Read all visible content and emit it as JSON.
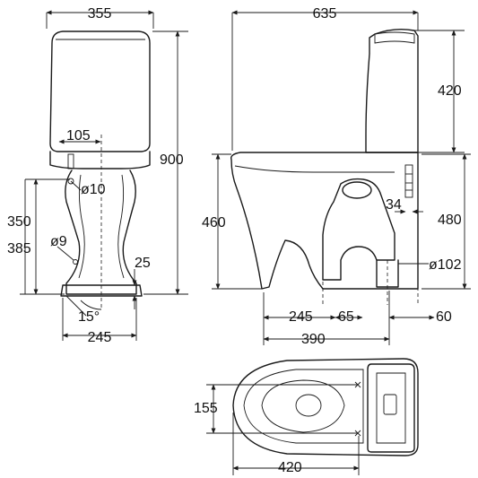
{
  "dimensions": {
    "front_width": "355",
    "front_height": "900",
    "front_pipe_offset": "105",
    "front_pipe_dia": "ø10",
    "front_h_350": "350",
    "front_h_385": "385",
    "front_dia_9": "ø9",
    "front_25": "25",
    "front_angle": "15°",
    "front_base": "245",
    "side_length": "635",
    "side_tank": "420",
    "side_seat_height": "460",
    "side_34": "34",
    "side_480": "480",
    "side_outlet_dia": "ø102",
    "side_245": "245",
    "side_65": "65",
    "side_60": "60",
    "side_390": "390",
    "top_155": "155",
    "top_420": "420"
  }
}
